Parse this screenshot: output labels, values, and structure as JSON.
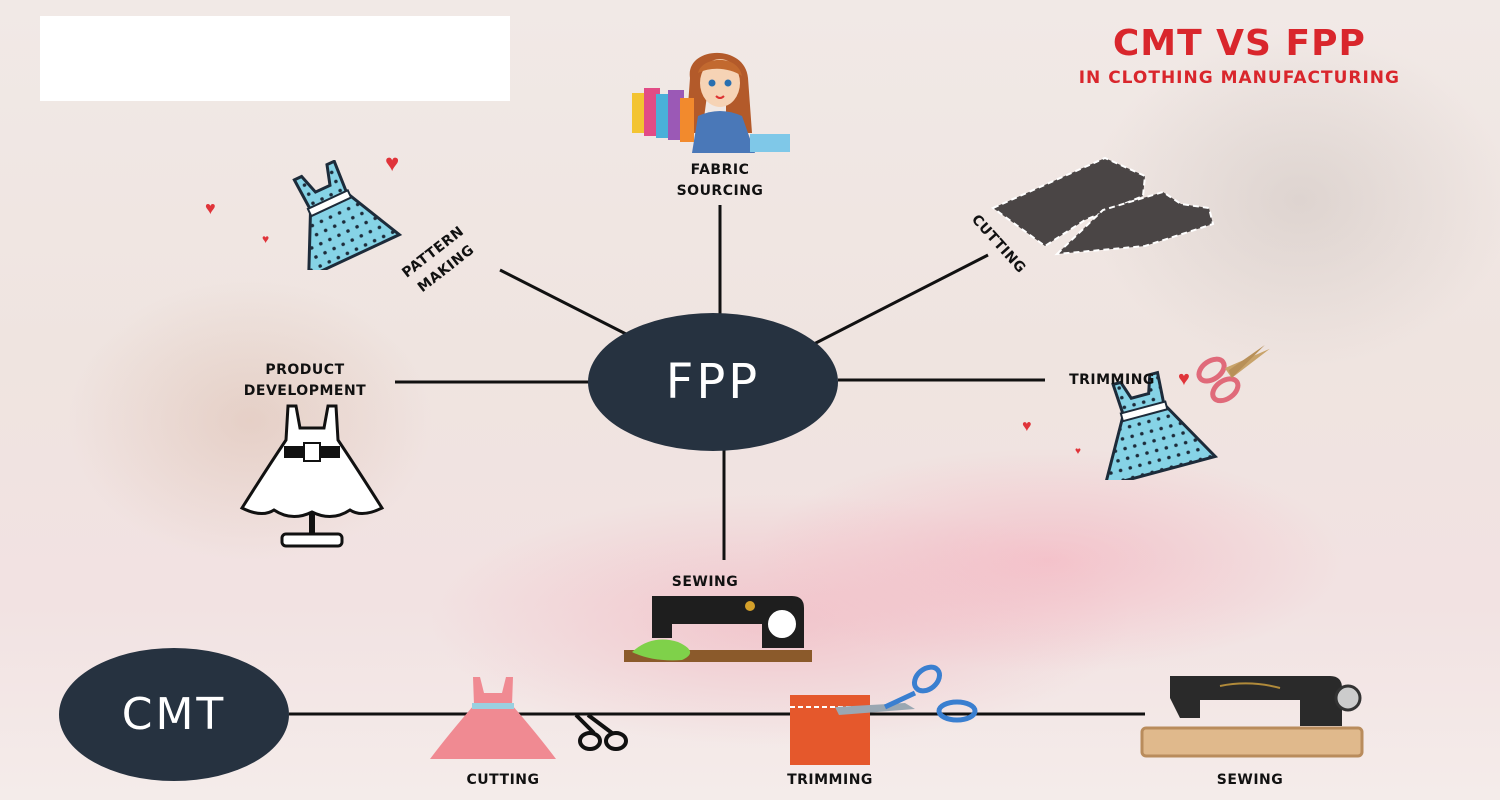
{
  "title": "CMT VS FPP",
  "subtitle": "IN CLOTHING MANUFACTURING",
  "colors": {
    "title_red": "#d9262c",
    "hub_navy": "#263240",
    "line_black": "#111111"
  },
  "fpp": {
    "hub": "FPP",
    "steps": [
      {
        "line1": "FABRIC",
        "line2": "SOURCING",
        "icon": "woman-fabric-icon"
      },
      {
        "line1": "PATTERN",
        "line2": "MAKING",
        "icon": "dress-pattern-icon"
      },
      {
        "label": "CUTTING",
        "icon": "cut-pattern-pieces-icon"
      },
      {
        "line1": "PRODUCT",
        "line2": "DEVELOPMENT",
        "icon": "mannequin-dress-icon"
      },
      {
        "label": "TRIMMING",
        "icon": "dress-scissors-icon"
      },
      {
        "label": "SEWING",
        "icon": "sewing-machine-icon"
      }
    ]
  },
  "cmt": {
    "hub": "CMT",
    "steps": [
      "CUTTING",
      "TRIMMING",
      "SEWING"
    ]
  }
}
